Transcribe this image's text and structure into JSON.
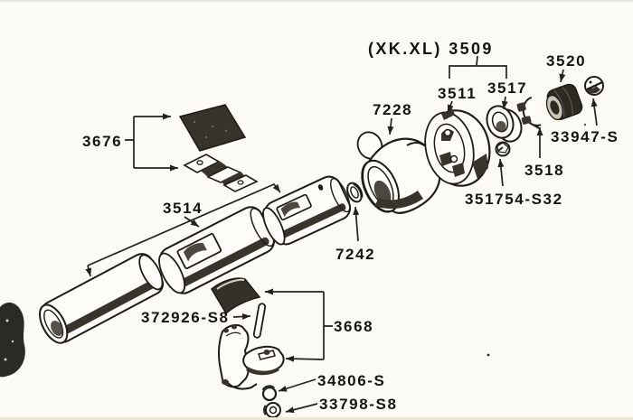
{
  "figure": {
    "type": "exploded-parts-diagram"
  },
  "colors": {
    "paper": "#fbfaf5",
    "ink": "#1e1c17",
    "dark_fill": "#38342b"
  },
  "labels": {
    "group_3509": "(XK.XL) 3509",
    "p7228": "7228",
    "p3511": "3511",
    "p3517": "3517",
    "p3520": "3520",
    "p33947_s": "33947-S",
    "p3518": "3518",
    "p351754_s32": "351754-S32",
    "p7242": "7242",
    "p3676": "3676",
    "p3514": "3514",
    "p372926_s8": "372926-S8",
    "p3668": "3668",
    "p34806_s": "34806-S",
    "p33798_s8": "33798-S8"
  }
}
